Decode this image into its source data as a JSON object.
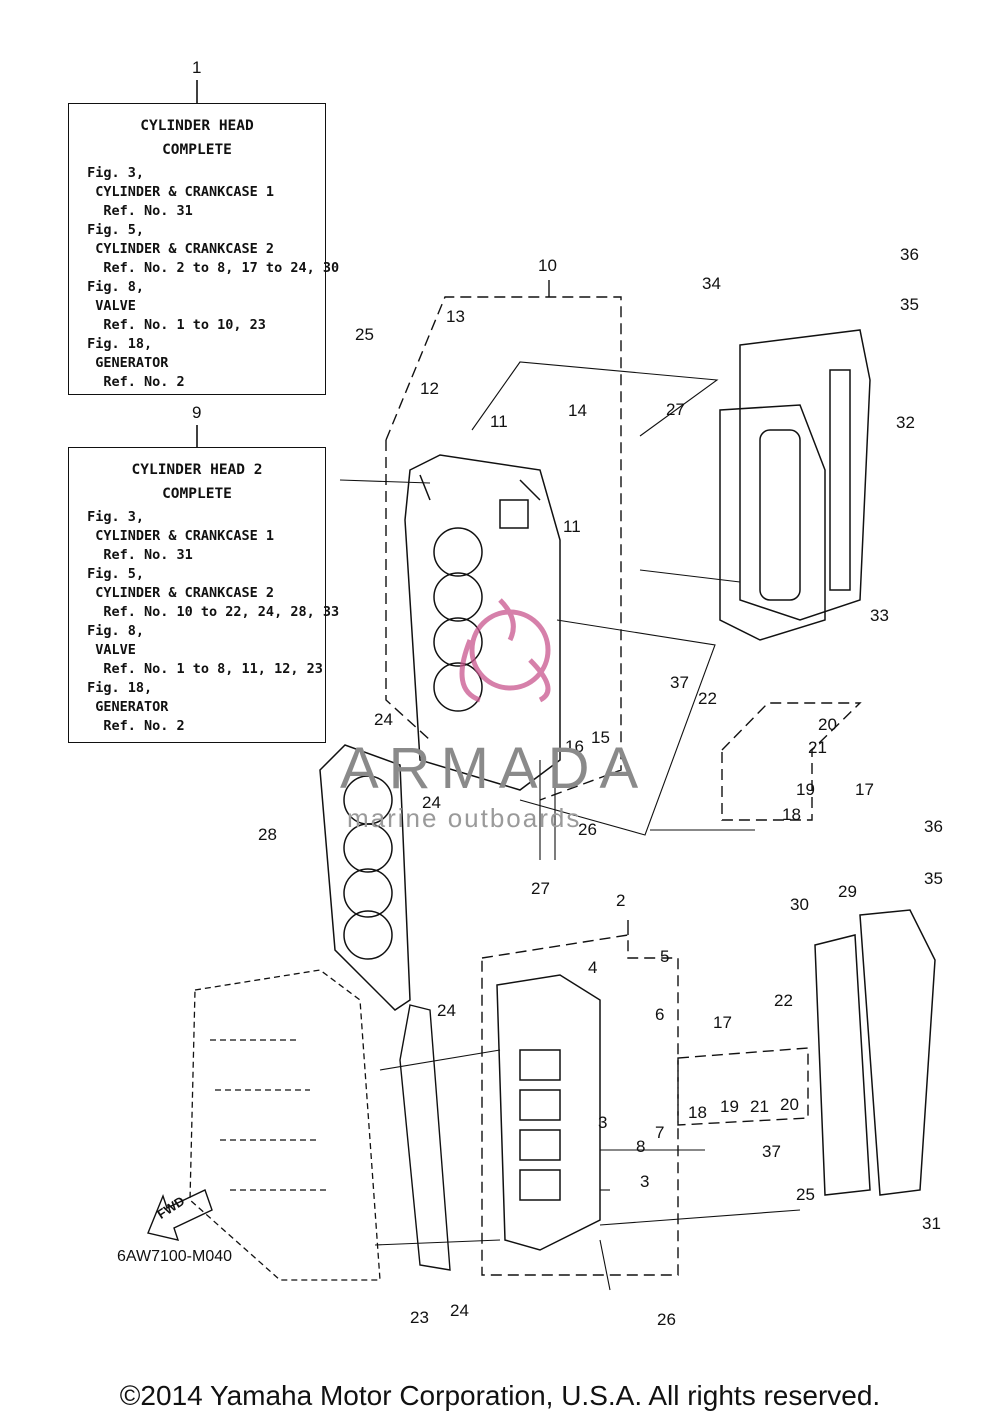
{
  "box1": {
    "ref": "1",
    "title1": "CYLINDER HEAD",
    "title2": "COMPLETE",
    "lines": [
      " Fig. 3,",
      "  CYLINDER & CRANKCASE 1",
      "   Ref. No. 31",
      " Fig. 5,",
      "  CYLINDER & CRANKCASE 2",
      "   Ref. No. 2 to 8, 17 to 24, 30",
      " Fig. 8,",
      "  VALVE",
      "   Ref. No. 1 to 10, 23",
      " Fig. 18,",
      "  GENERATOR",
      "   Ref. No. 2"
    ]
  },
  "box2": {
    "ref": "9",
    "title1": "CYLINDER HEAD 2",
    "title2": "COMPLETE",
    "lines": [
      " Fig. 3,",
      "  CYLINDER & CRANKCASE 1",
      "   Ref. No. 31",
      " Fig. 5,",
      "  CYLINDER & CRANKCASE 2",
      "   Ref. No. 10 to 22, 24, 28, 33",
      " Fig. 8,",
      "  VALVE",
      "   Ref. No. 1 to 8, 11, 12, 23",
      " Fig. 18,",
      "  GENERATOR",
      "   Ref. No. 2"
    ]
  },
  "callouts": [
    "2",
    "3",
    "3",
    "4",
    "5",
    "6",
    "7",
    "8",
    "10",
    "11",
    "11",
    "12",
    "13",
    "14",
    "15",
    "16",
    "17",
    "17",
    "18",
    "18",
    "19",
    "19",
    "20",
    "20",
    "21",
    "21",
    "22",
    "22",
    "23",
    "24",
    "24",
    "24",
    "24",
    "25",
    "25",
    "26",
    "26",
    "27",
    "27",
    "28",
    "29",
    "30",
    "31",
    "32",
    "33",
    "34",
    "35",
    "35",
    "36",
    "36",
    "37",
    "37"
  ],
  "watermark": {
    "brand": "ARMADA",
    "tagline": "marine outboards",
    "color": "#c9568e"
  },
  "fwd_label": "FWD",
  "diagram_code": "6AW7100-M040",
  "copyright": "©2014 Yamaha Motor Corporation, U.S.A. All rights reserved."
}
